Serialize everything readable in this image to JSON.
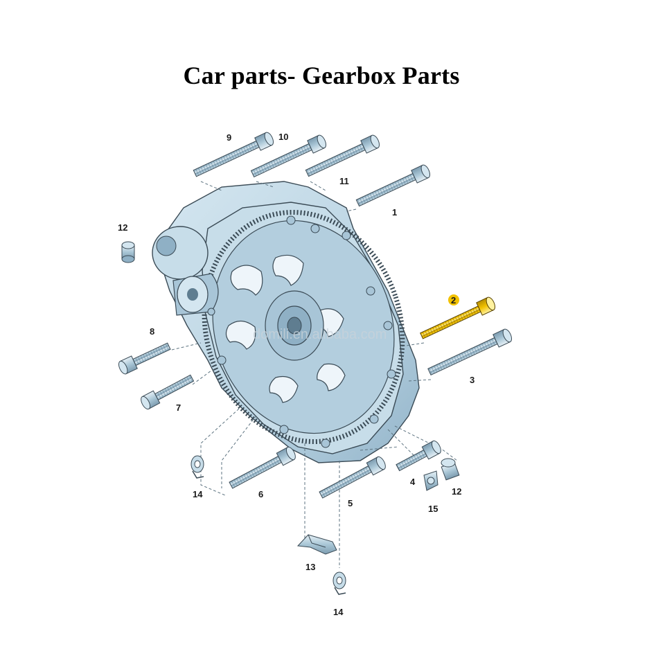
{
  "title": "Car parts- Gearbox Parts",
  "watermark": "domili.en.alibaba.com",
  "callouts": {
    "c1": "1",
    "c2": "2",
    "c3": "3",
    "c4": "4",
    "c5": "5",
    "c6": "6",
    "c7": "7",
    "c8": "8",
    "c9": "9",
    "c10": "10",
    "c11": "11",
    "c12a": "12",
    "c12b": "12",
    "c13": "13",
    "c14a": "14",
    "c14b": "14",
    "c15": "15"
  },
  "colors": {
    "housing": "#b9d3e2",
    "housing_shade": "#8fb0c5",
    "housing_dark": "#6d8fa6",
    "bolt": "#a9c6d6",
    "highlight_bolt": "#f2c200",
    "outline": "#3a4a55"
  }
}
